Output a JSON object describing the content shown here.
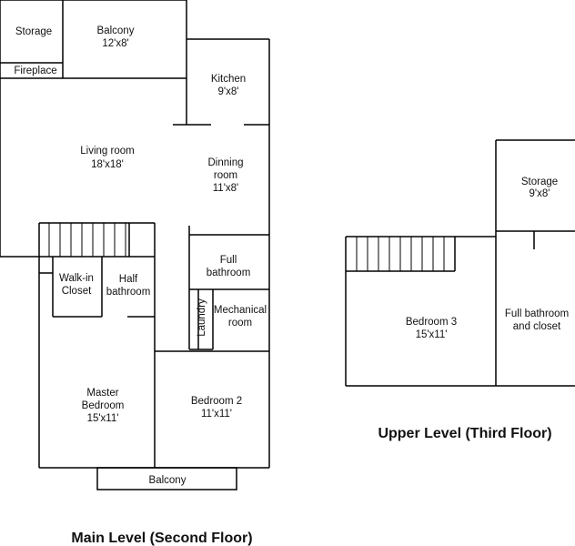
{
  "main_level": {
    "caption": "Main Level (Second Floor)",
    "rooms": {
      "storage": {
        "name": "Storage"
      },
      "fireplace": {
        "name": "Fireplace"
      },
      "balcony_top": {
        "name": "Balcony",
        "size": "12'x8'"
      },
      "kitchen": {
        "name": "Kitchen",
        "size": "9'x8'"
      },
      "living": {
        "name": "Living room",
        "size": "18'x18'"
      },
      "dining": {
        "line1": "Dinning",
        "line2": "room",
        "size": "11'x8'"
      },
      "full_bath": {
        "line1": "Full",
        "line2": "bathroom"
      },
      "walkin": {
        "line1": "Walk-in",
        "line2": "Closet"
      },
      "half_bath": {
        "line1": "Half",
        "line2": "bathroom"
      },
      "laundry": {
        "name": "Laundry"
      },
      "mechanical": {
        "line1": "Mechanical",
        "line2": "room"
      },
      "master": {
        "line1": "Master",
        "line2": "Bedroom",
        "size": "15'x11'"
      },
      "bedroom2": {
        "name": "Bedroom 2",
        "size": "11'x11'"
      },
      "balcony_bottom": {
        "name": "Balcony"
      }
    }
  },
  "upper_level": {
    "caption": "Upper Level (Third Floor)",
    "rooms": {
      "storage": {
        "name": "Storage",
        "size": "9'x8'"
      },
      "bedroom3": {
        "name": "Bedroom 3",
        "size": "15'x11'"
      },
      "full_bath": {
        "line1": "Full bathroom",
        "line2": "and closet"
      }
    }
  }
}
